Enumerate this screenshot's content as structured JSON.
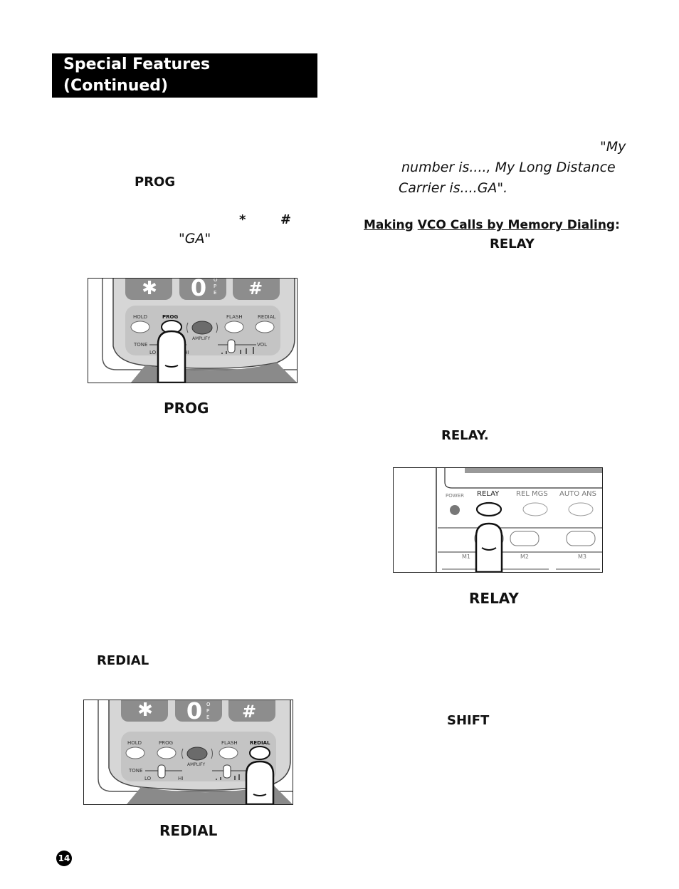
{
  "header": {
    "line1": "Special Features",
    "line2": "(Continued)"
  },
  "left": {
    "prog_word": "PROG",
    "star_symbol": "*",
    "hash_symbol": "#",
    "ga_quote": "\"GA\"",
    "prog_caption": "PROG",
    "redial_word": "REDIAL",
    "redial_caption": "REDIAL"
  },
  "right": {
    "quote_line1": "\"My",
    "quote_line2": "number is...., My Long Distance",
    "quote_line3": "Carrier  is....GA\".",
    "heading_part1": "Making",
    "heading_part2": "VCO Calls by Memory Dialing",
    "heading_colon": ":",
    "relay_word": "RELAY",
    "relay_word_period": "RELAY.",
    "relay_caption": "RELAY",
    "shift_word": "SHIFT"
  },
  "figure1": {
    "keys": [
      "✱",
      "0",
      "#"
    ],
    "oper": [
      "O",
      "P",
      "E"
    ],
    "labels": {
      "hold": "HOLD",
      "prog": "PROG",
      "flash": "FLASH",
      "redial": "REDIAL",
      "amplify": "AMPLIFY",
      "tone": "TONE",
      "lo": "LO",
      "hi": "HI",
      "vol": "VOL"
    }
  },
  "figure2": {
    "labels": {
      "power": "POWER",
      "relay": "RELAY",
      "rel_mgs": "REL MGS",
      "auto_ans": "AUTO ANS",
      "m1": "M1",
      "m2": "M2",
      "m3": "M3"
    }
  },
  "figure3": {
    "keys": [
      "✱",
      "0",
      "#"
    ],
    "oper": [
      "O",
      "P",
      "E"
    ],
    "labels": {
      "hold": "HOLD",
      "prog": "PROG",
      "flash": "FLASH",
      "redial": "REDIAL",
      "amplify": "AMPLIFY",
      "tone": "TONE",
      "lo": "LO",
      "hi": "HI"
    }
  },
  "page_number": "14"
}
